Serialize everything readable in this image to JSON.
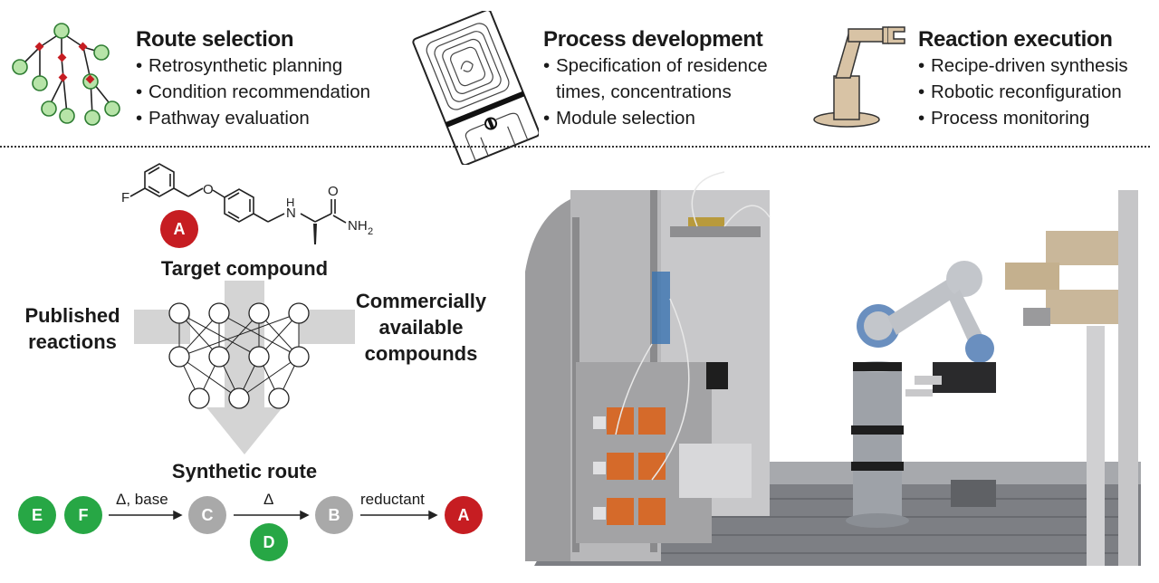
{
  "steps": [
    {
      "title": "Route selection",
      "bullets": [
        "Retrosynthetic planning",
        "Condition recommendation",
        "Pathway evaluation"
      ]
    },
    {
      "title": "Process development",
      "bullets": [
        "Specification of residence",
        "times, concentrations",
        "Module selection"
      ]
    },
    {
      "title": "Reaction execution",
      "bullets": [
        "Recipe-driven synthesis",
        "Robotic reconfiguration",
        "Process monitoring"
      ]
    }
  ],
  "molecule": {
    "atom_f": "F",
    "atom_o_ether": "O",
    "atom_n": "N",
    "atom_h": "H",
    "atom_o_carbonyl": "O",
    "atom_nh2": "NH",
    "atom_nh2_sub": "2",
    "badge": "A"
  },
  "target_label": "Target compound",
  "published_label_1": "Published",
  "published_label_2": "reactions",
  "commercial_label_1": "Commercially",
  "commercial_label_2": "available",
  "commercial_label_3": "compounds",
  "route_label": "Synthetic route",
  "route": {
    "e": "E",
    "f": "F",
    "c": "C",
    "d": "D",
    "b": "B",
    "a": "A",
    "step1": "Δ, base",
    "step2": "Δ",
    "step3": "reductant"
  },
  "colors": {
    "green": "#27a745",
    "grey": "#a9a9a9",
    "red": "#c61d22",
    "node_fill": "#b7e4a8",
    "node_stroke": "#2e7d32",
    "diamond": "#c61d22",
    "robot_tan": "#d8c3a5"
  },
  "icons": [
    "retrosynthesis-tree-icon",
    "flow-chip-icon",
    "robot-arm-icon",
    "neural-network-icon",
    "platform-photo"
  ]
}
